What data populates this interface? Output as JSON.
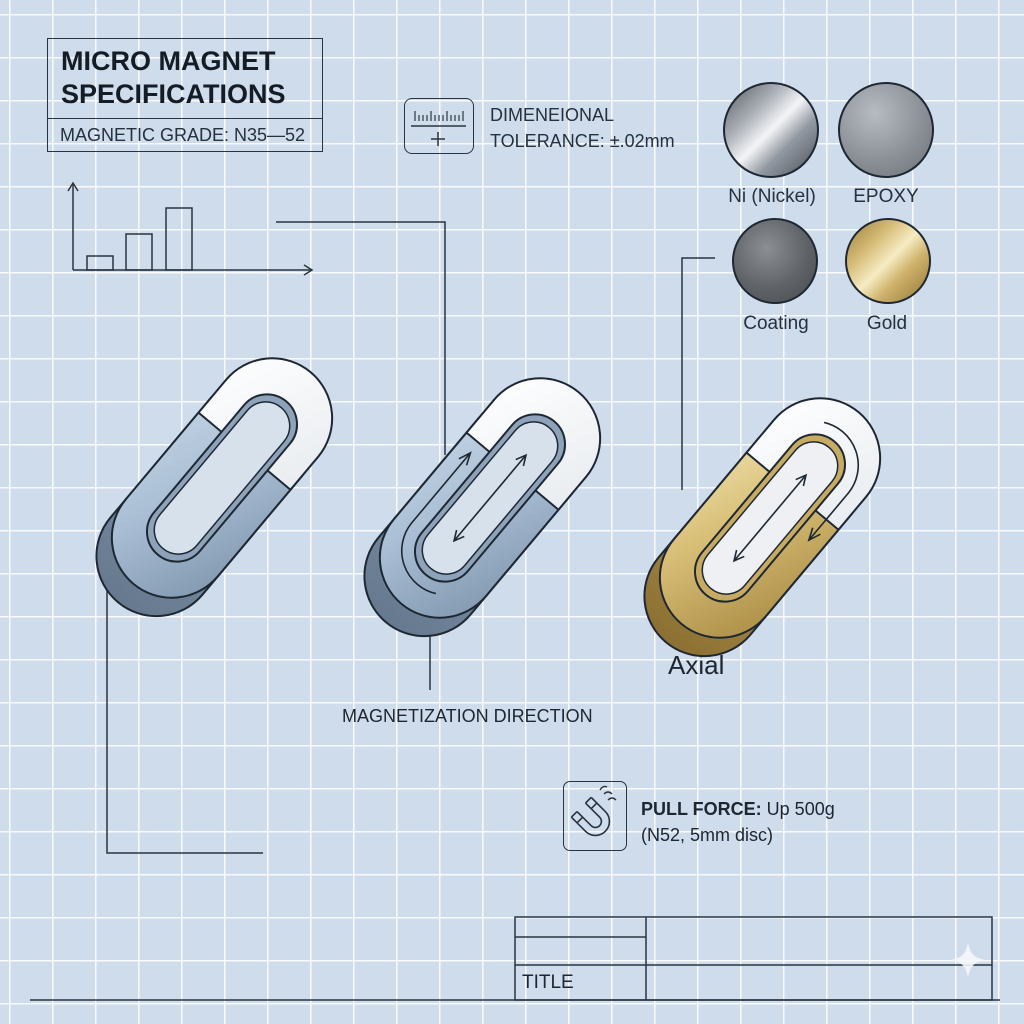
{
  "header": {
    "title": "MICRO MAGNET SPECIFICATIONS",
    "magnetic_grade": "MAGNETIC GRADE: N35—52"
  },
  "tolerance": {
    "line1": "DIMENEIONAL",
    "line2": "TOLERANCE: ±.02mm",
    "icon": "ruler-plus-icon"
  },
  "finishes": [
    {
      "label": "Ni (Nickel)",
      "color": "#a8adb4"
    },
    {
      "label": "EPOXY",
      "color": "#8c9198"
    },
    {
      "label": "Coating",
      "color": "#5f6368"
    },
    {
      "label": "Gold",
      "color": "#d6bc77"
    }
  ],
  "magnets": [
    {
      "name": "plain",
      "body_color": "#b3c6da"
    },
    {
      "name": "with-direction-arrows",
      "body_color": "#b3c6da"
    },
    {
      "name": "gold-axial",
      "body_color": "#d8c27e"
    }
  ],
  "labels": {
    "axial": "Axial",
    "magnetization_direction": "MAGNETIZATION DIRECTION"
  },
  "pull_force": {
    "label": "PULL FORCE:",
    "value": " Up 500g",
    "detail": "(N52, 5mm disc)",
    "icon": "horseshoe-magnet-icon"
  },
  "title_block": {
    "label": "TITLE"
  }
}
